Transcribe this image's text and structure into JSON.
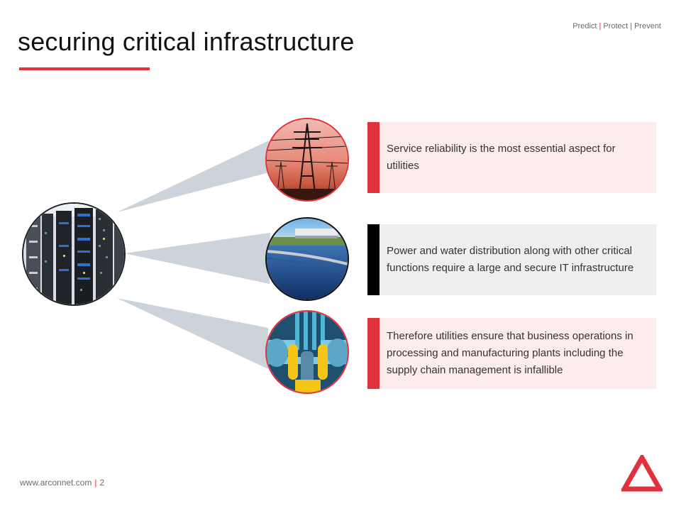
{
  "header": {
    "title": "securing critical infrastructure",
    "tagline": [
      "Predict",
      "Protect",
      "Prevent"
    ],
    "tagline_separator": "|"
  },
  "images": {
    "hub": "server-rack-image",
    "item1": "power-transmission-towers-image",
    "item2": "water-treatment-image",
    "item3": "industrial-pipes-image"
  },
  "cards": [
    {
      "text": "Service  reliability  is the most essential aspect for utilities",
      "accent": "#e0323c"
    },
    {
      "text": "Power and water distribution along with other critical functions require  a large and secure IT infrastructure",
      "accent": "#000000"
    },
    {
      "text": "Therefore  utilities ensure that  business operations in processing and manufacturing plants  including the supply chain management is infallible",
      "accent": "#e0323c"
    }
  ],
  "footer": {
    "url": "www.arconnet.com",
    "separator": "|",
    "page": "2"
  },
  "colors": {
    "accent": "#e0323c",
    "beam": "#cdd3da",
    "card_pink": "#fdeced",
    "card_gray": "#efeff2"
  }
}
